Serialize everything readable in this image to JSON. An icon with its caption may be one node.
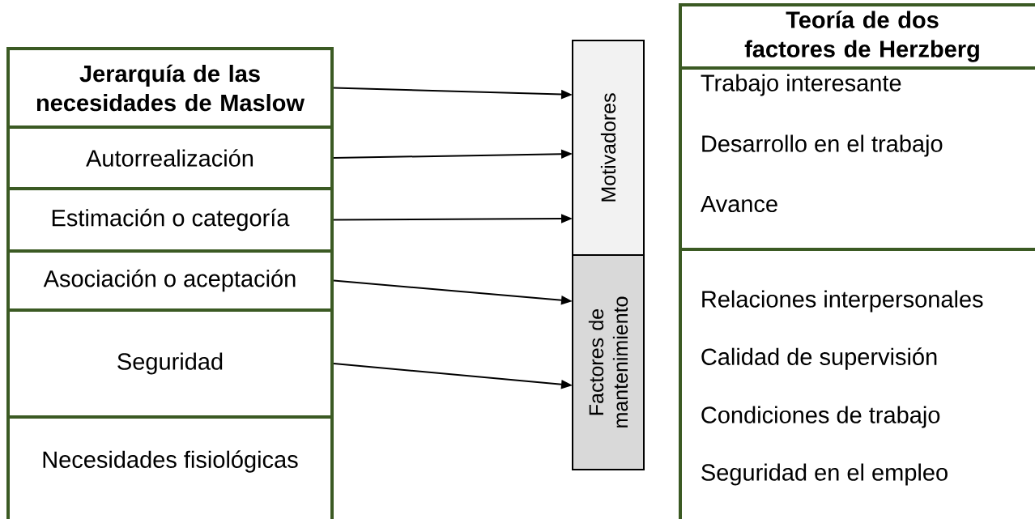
{
  "diagram": {
    "nodes": [
      {
        "text": [
          "Jerarquía de las necesidades de Maslow"
        ]
      },
      {
        "text": [
          "Autorrealización"
        ]
      },
      {
        "text": [
          "Estimación o categoría"
        ]
      },
      {
        "text": [
          "Asociación o aceptación"
        ]
      },
      {
        "text": [
          "Seguridad"
        ]
      },
      {
        "text": [
          "Necesidades fisiológicas"
        ]
      },
      {
        "text": [
          "Motivadores"
        ]
      },
      {
        "text": [
          "Factores de mantenimiento"
        ]
      },
      {
        "text": [
          "Teoría de dos factores de Herzberg"
        ]
      },
      {
        "text": [
          "Trabajo interesante",
          "Desarrollo en el trabajo",
          "Avance"
        ]
      },
      {
        "text": [
          "Relaciones interpersonales",
          "Calidad de supervisión",
          "Condiciones de trabajo",
          "Seguridad en el empleo"
        ]
      }
    ],
    "edges": [
      {
        "from": 0,
        "to": 6,
        "arrow": "to"
      },
      {
        "from": 1,
        "to": 6,
        "arrow": "to"
      },
      {
        "from": 2,
        "to": 6,
        "arrow": "to"
      },
      {
        "from": 3,
        "to": 7,
        "arrow": "to"
      },
      {
        "from": 4,
        "to": 7,
        "arrow": "to"
      }
    ]
  }
}
